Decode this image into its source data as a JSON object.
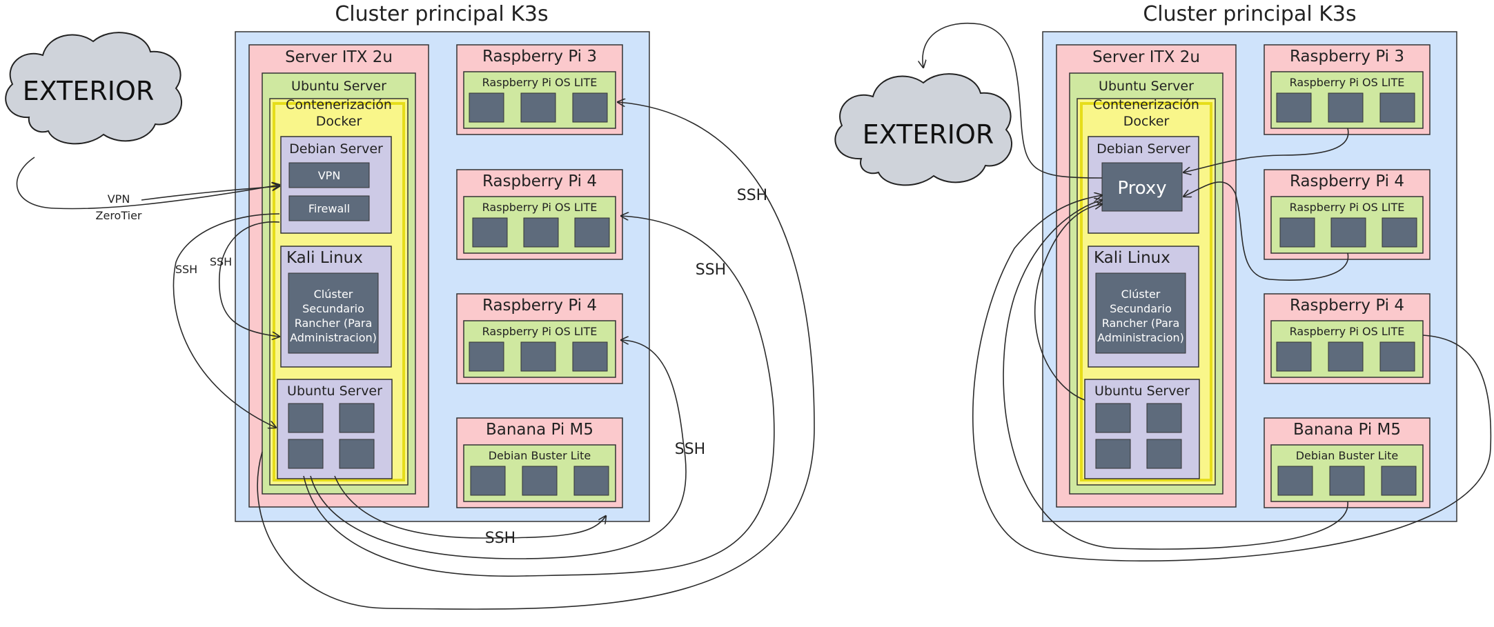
{
  "diagrams": [
    {
      "title": "Cluster principal K3s",
      "exterior": "EXTERIOR",
      "server": {
        "title": "Server ITX 2u",
        "os": "Ubuntu Server",
        "container": "Contenerización Docker",
        "debian": {
          "title": "Debian Server",
          "vpn": "VPN",
          "firewall": "Firewall"
        },
        "kali": {
          "title": "Kali Linux",
          "inner": "Clúster Secundario Rancher (Para Administracion)"
        },
        "ubuntu": {
          "title": "Ubuntu Server"
        }
      },
      "nodes": [
        {
          "title": "Raspberry Pi 3",
          "os": "Raspberry Pi OS LITE"
        },
        {
          "title": "Raspberry Pi 4",
          "os": "Raspberry Pi OS LITE"
        },
        {
          "title": "Raspberry Pi 4",
          "os": "Raspberry Pi OS LITE"
        },
        {
          "title": "Banana Pi M5",
          "os": "Debian Buster Lite"
        }
      ],
      "edges": {
        "vpn": "VPN",
        "zerotier": "ZeroTier",
        "ssh": "SSH",
        "ssh_small": "SSH"
      }
    },
    {
      "title": "Cluster principal K3s",
      "exterior": "EXTERIOR",
      "server": {
        "title": "Server ITX 2u",
        "os": "Ubuntu Server",
        "container": "Contenerización Docker",
        "debian": {
          "title": "Debian Server",
          "proxy": "Proxy"
        },
        "kali": {
          "title": "Kali Linux",
          "inner": "Clúster Secundario Rancher (Para Administracion)"
        },
        "ubuntu": {
          "title": "Ubuntu Server"
        }
      },
      "nodes": [
        {
          "title": "Raspberry Pi 3",
          "os": "Raspberry Pi OS LITE"
        },
        {
          "title": "Raspberry Pi 4",
          "os": "Raspberry Pi OS LITE"
        },
        {
          "title": "Raspberry Pi 4",
          "os": "Raspberry Pi OS LITE"
        },
        {
          "title": "Banana Pi M5",
          "os": "Debian Buster Lite"
        }
      ]
    }
  ],
  "colors": {
    "cluster": "#cfe3fb",
    "server": "#fbc9cc",
    "ubuntu": "#cfe8a0",
    "docker": "#f9f68a",
    "vm": "#cdcae6",
    "box": "#5e6b7c",
    "cloud": "#cfd3da"
  }
}
